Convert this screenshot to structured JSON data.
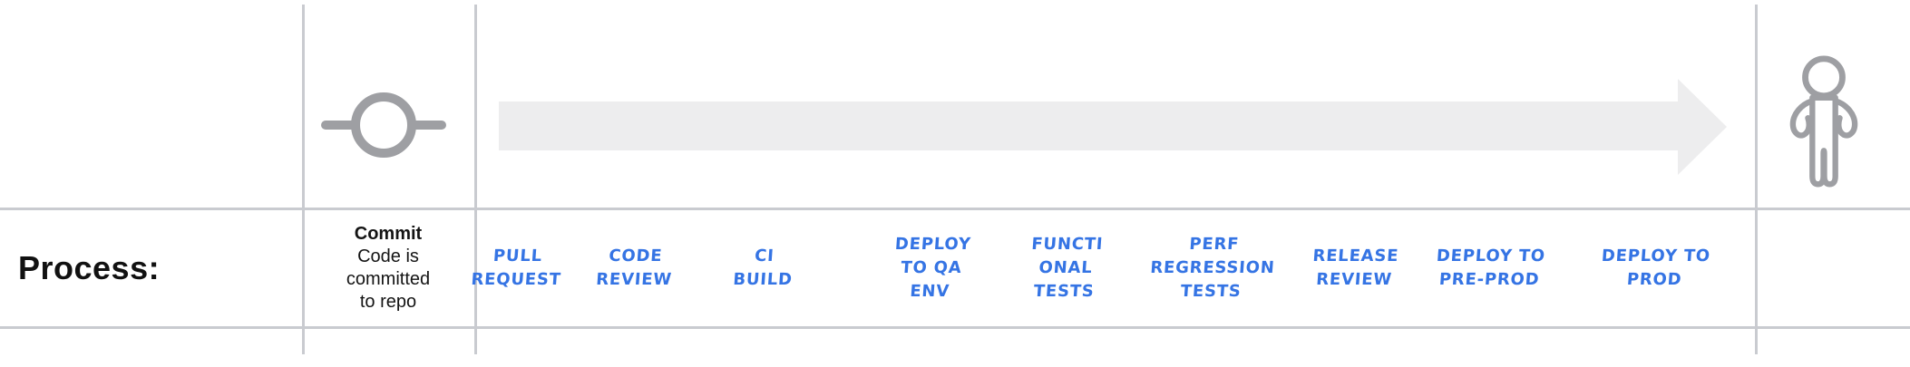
{
  "diagram": {
    "row_label": "Process:",
    "commit": {
      "title": "Commit",
      "description": "Code is\ncommitted\nto repo"
    },
    "steps": [
      {
        "label": "PULL\nREQUEST"
      },
      {
        "label": "CODE\nREVIEW"
      },
      {
        "label": "CI\nBUILD"
      },
      {
        "label": "DEPLOY\nTO QA\nENV"
      },
      {
        "label": "FUNCTI\nONAL\nTESTS"
      },
      {
        "label": "PERF\nREGRESSION\nTESTS"
      },
      {
        "label": "RELEASE\nREVIEW"
      },
      {
        "label": "DEPLOY TO\nPRE-PROD"
      },
      {
        "label": "DEPLOY TO\nPROD"
      }
    ],
    "icons": {
      "commit_node": "commit-node-icon",
      "flow_arrow": "right-arrow-icon",
      "person": "person-icon"
    },
    "colors": {
      "step_text_blue": "#3574e4",
      "label_text": "#111111",
      "icon_gray": "#9e9fa3",
      "arrow_fill": "#ededee",
      "grid_line": "#c9cbd0"
    }
  }
}
